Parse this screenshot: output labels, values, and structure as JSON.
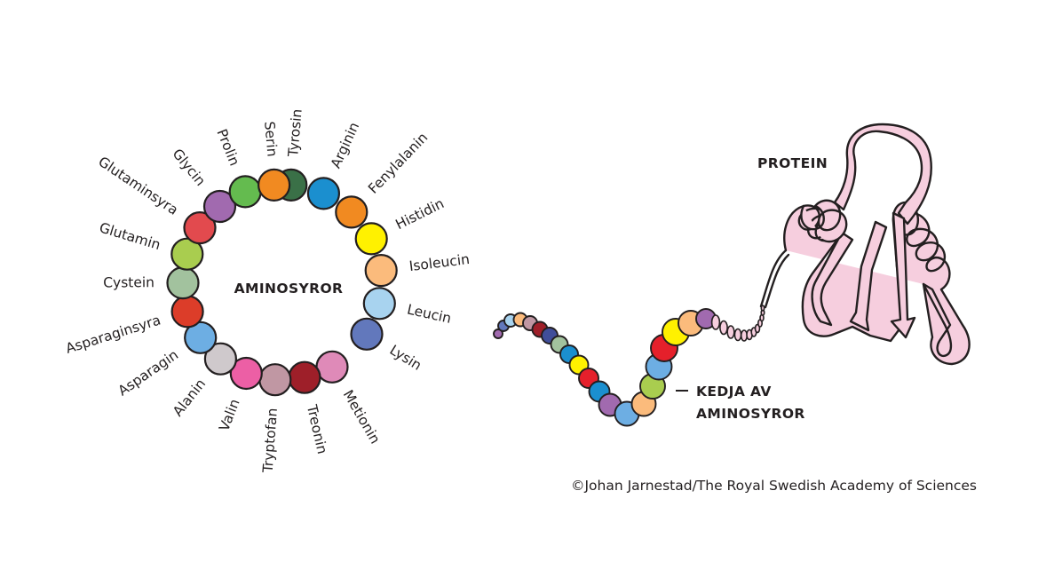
{
  "ring": {
    "title": "AMINOSYROR",
    "amino_acids": [
      {
        "name": "Tyrosin",
        "color": "#3a7047"
      },
      {
        "name": "Arginin",
        "color": "#1b8fcf"
      },
      {
        "name": "Fenylalanin",
        "color": "#f18a21"
      },
      {
        "name": "Histidin",
        "color": "#fff100"
      },
      {
        "name": "Isoleucin",
        "color": "#fbbb7c"
      },
      {
        "name": "Leucin",
        "color": "#a8d3ef"
      },
      {
        "name": "Lysin",
        "color": "#6278bc"
      },
      {
        "name": "Metionin",
        "color": "#df8ab8"
      },
      {
        "name": "Treonin",
        "color": "#9e1f29"
      },
      {
        "name": "Tryptofan",
        "color": "#c097a3"
      },
      {
        "name": "Valin",
        "color": "#ec5fa5"
      },
      {
        "name": "Alanin",
        "color": "#cfc9cc"
      },
      {
        "name": "Asparagin",
        "color": "#6daee3"
      },
      {
        "name": "Asparaginsyra",
        "color": "#dc3d29"
      },
      {
        "name": "Cystein",
        "color": "#a2c29e"
      },
      {
        "name": "Glutamin",
        "color": "#a9cd4f"
      },
      {
        "name": "Glutaminsyra",
        "color": "#e24a4e"
      },
      {
        "name": "Glycin",
        "color": "#a16aaf"
      },
      {
        "name": "Prolin",
        "color": "#64bb4f"
      },
      {
        "name": "Serin",
        "color": "#f18a21"
      }
    ]
  },
  "chain": {
    "label_line1": "KEDJA AV",
    "label_line2": "AMINOSYROR",
    "bead_colors": [
      "#a16aaf",
      "#6278bc",
      "#a8d3ef",
      "#fbbb7c",
      "#c097a3",
      "#9e1f29",
      "#404e9a",
      "#a2c29e",
      "#1b8fcf",
      "#fff100",
      "#e5202b",
      "#1b8fcf",
      "#a16aaf",
      "#6daee3",
      "#fbbb7c",
      "#a9cd4f",
      "#6daee3",
      "#e5202b",
      "#fff100",
      "#fbbb7c",
      "#a16aaf"
    ]
  },
  "protein": {
    "label": "PROTEIN",
    "fill": "#f6cede"
  },
  "credit": "©Johan Jarnestad/The Royal Swedish Academy of Sciences"
}
